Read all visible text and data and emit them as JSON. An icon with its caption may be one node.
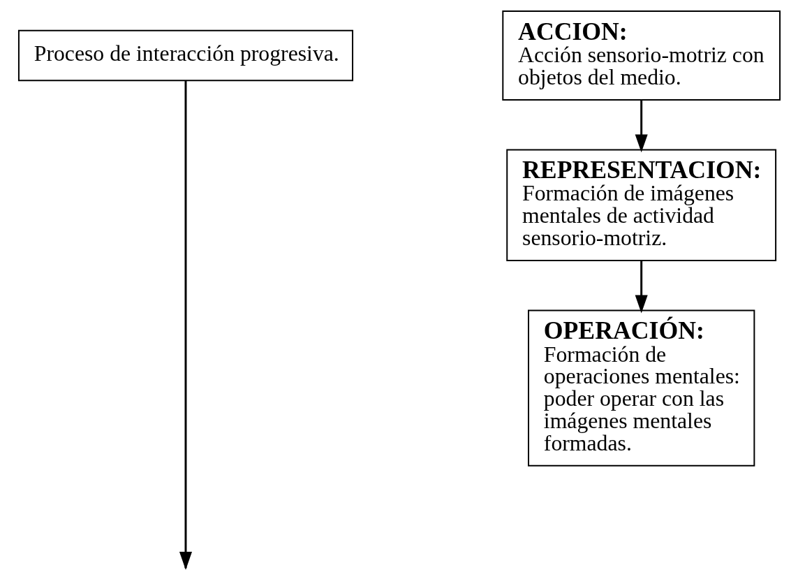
{
  "diagram": {
    "nodes": [
      {
        "text": [
          "Proceso de interacción progresiva."
        ]
      },
      {
        "text": [
          "ACCION:",
          "Acción sensorio-motriz con objetos del medio."
        ]
      },
      {
        "text": [
          "REPRESENTACION:",
          "Formación de imágenes mentales de actividad sensorio-motriz."
        ]
      },
      {
        "text": [
          "OPERACIÓN:",
          "Formación de operaciones mentales: poder operar con las imágenes mentales formadas."
        ]
      }
    ],
    "edges": [
      {
        "from": 0,
        "to": null,
        "arrow": "to"
      },
      {
        "from": 1,
        "to": 2,
        "arrow": "to"
      },
      {
        "from": 2,
        "to": 3,
        "arrow": "to"
      }
    ]
  }
}
